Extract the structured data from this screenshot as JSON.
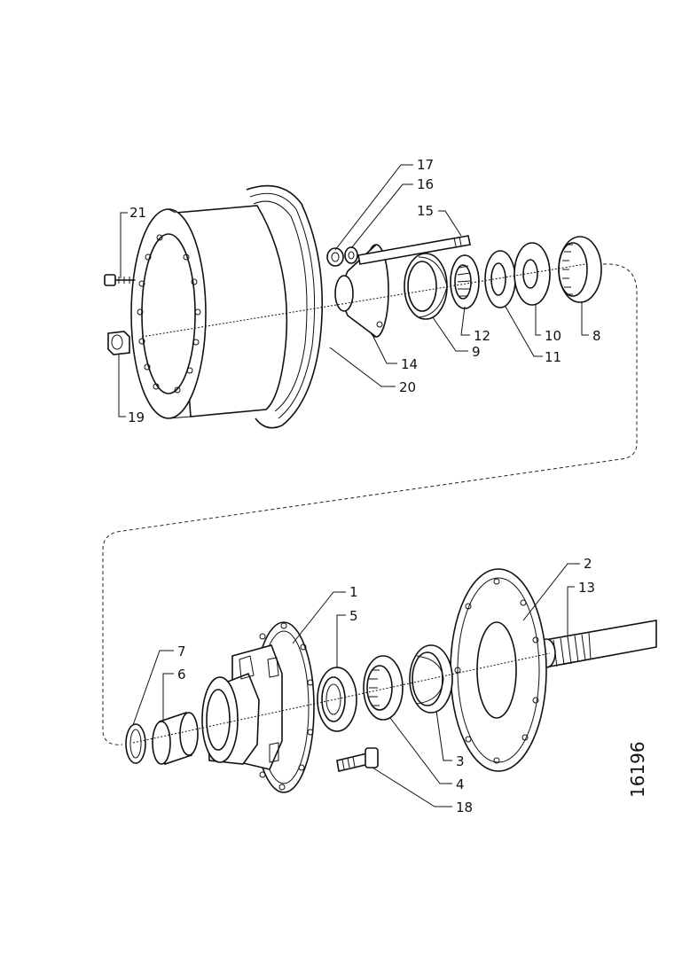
{
  "callouts": {
    "c1": "1",
    "c2": "2",
    "c3": "3",
    "c4": "4",
    "c5": "5",
    "c6": "6",
    "c7": "7",
    "c8": "8",
    "c9": "9",
    "c10": "10",
    "c11": "11",
    "c12": "12",
    "c13": "13",
    "c14": "14",
    "c15": "15",
    "c16": "16",
    "c17": "17",
    "c18": "18",
    "c19": "19",
    "c20": "20",
    "c21": "21"
  },
  "reference_number": "16196"
}
